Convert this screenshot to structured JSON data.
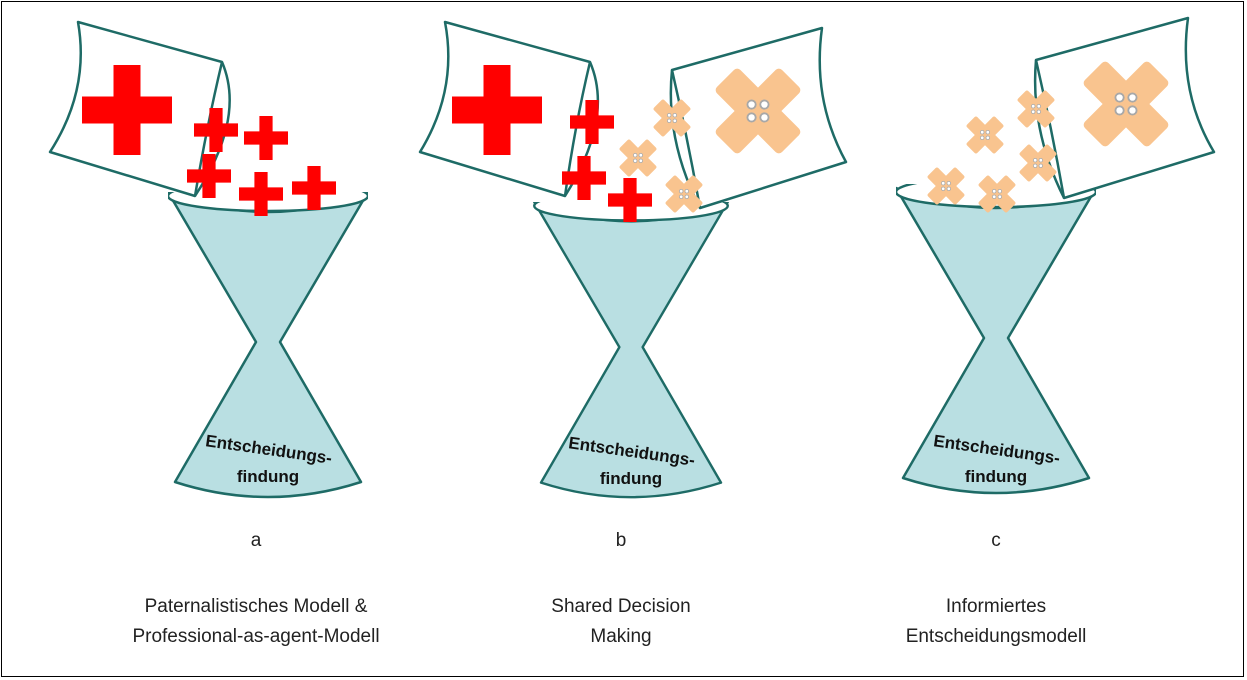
{
  "panels": [
    {
      "letter": "a",
      "funnel_line1": "Entscheidungs-",
      "funnel_line2": "findung",
      "caption_line1": "Paternalistisches Modell &",
      "caption_line2": "Professional-as-agent-Modell"
    },
    {
      "letter": "b",
      "funnel_line1": "Entscheidungs-",
      "funnel_line2": "findung",
      "caption_line1": "Shared Decision",
      "caption_line2": "Making"
    },
    {
      "letter": "c",
      "funnel_line1": "Entscheidungs-",
      "funnel_line2": "findung",
      "caption_line1": "Informiertes",
      "caption_line2": "Entscheidungsmodell"
    }
  ],
  "colors": {
    "red_cross": "#ff0000",
    "bandage": "#f9c48f",
    "funnel_fill": "#b9dfe2",
    "outline": "#1e6b66"
  },
  "icons": [
    "red-cross-icon",
    "bandage-icon",
    "bucket-icon",
    "funnel-icon"
  ]
}
